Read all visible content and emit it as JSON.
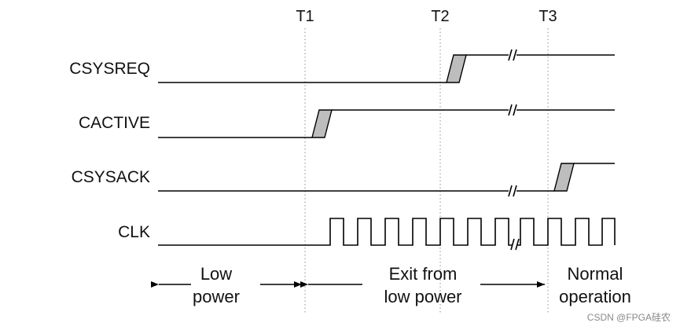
{
  "time_markers": [
    "T1",
    "T2",
    "T3"
  ],
  "signals": [
    "CSYSREQ",
    "CACTIVE",
    "CSYSACK",
    "CLK"
  ],
  "phases": {
    "low_power": [
      "Low",
      "power"
    ],
    "exit": [
      "Exit from",
      "low power"
    ],
    "normal": [
      "Normal",
      "operation"
    ]
  },
  "watermark": "CSDN @FPGA硅农"
}
